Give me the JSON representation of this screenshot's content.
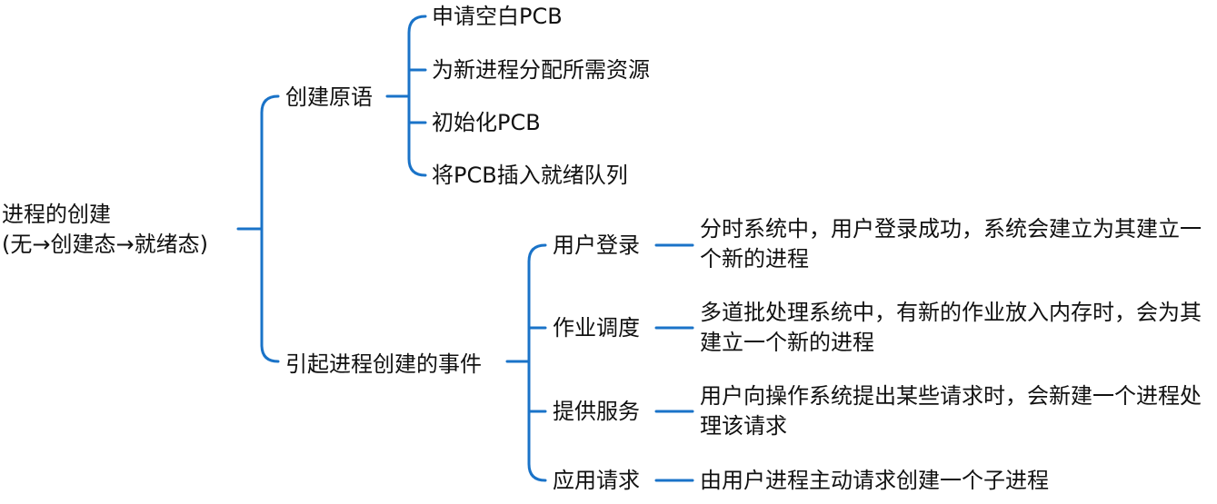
{
  "colors": {
    "connector": "#1a73c8",
    "text": "#111111",
    "background": "#ffffff"
  },
  "root": {
    "line1": "进程的创建",
    "line2": "(无→创建态→就绪态)"
  },
  "branches": [
    {
      "label": "创建原语",
      "children": [
        "申请空白PCB",
        "为新进程分配所需资源",
        "初始化PCB",
        "将PCB插入就绪队列"
      ]
    },
    {
      "label": "引起进程创建的事件",
      "children": [
        {
          "label": "用户登录",
          "desc": "分时系统中，用户登录成功，系统会建立为其建立一个新的进程"
        },
        {
          "label": "作业调度",
          "desc": "多道批处理系统中，有新的作业放入内存时，会为其建立一个新的进程"
        },
        {
          "label": "提供服务",
          "desc": "用户向操作系统提出某些请求时，会新建一个进程处理该请求"
        },
        {
          "label": "应用请求",
          "desc": "由用户进程主动请求创建一个子进程"
        }
      ]
    }
  ]
}
